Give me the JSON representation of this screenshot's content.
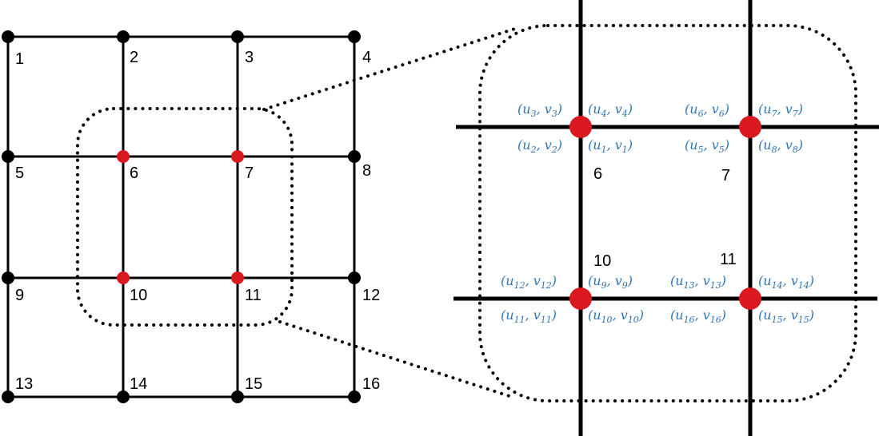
{
  "colors": {
    "line": "#000000",
    "node": "#000000",
    "highlight_node": "#d9181f",
    "uv_label": "#2e75b6"
  },
  "grid": {
    "node_numbers": [
      "1",
      "2",
      "3",
      "4",
      "5",
      "6",
      "7",
      "8",
      "9",
      "10",
      "11",
      "12",
      "13",
      "14",
      "15",
      "16"
    ],
    "highlighted_nodes": [
      "6",
      "7",
      "10",
      "11"
    ]
  },
  "zoom": {
    "node_numbers": [
      "6",
      "7",
      "10",
      "11"
    ],
    "uv_labels": [
      {
        "u": "u",
        "v": "v",
        "i": "3"
      },
      {
        "u": "u",
        "v": "v",
        "i": "4"
      },
      {
        "u": "u",
        "v": "v",
        "i": "2"
      },
      {
        "u": "u",
        "v": "v",
        "i": "1"
      },
      {
        "u": "u",
        "v": "v",
        "i": "6"
      },
      {
        "u": "u",
        "v": "v",
        "i": "7"
      },
      {
        "u": "u",
        "v": "v",
        "i": "5"
      },
      {
        "u": "u",
        "v": "v",
        "i": "8"
      },
      {
        "u": "u",
        "v": "v",
        "i": "12"
      },
      {
        "u": "u",
        "v": "v",
        "i": "9"
      },
      {
        "u": "u",
        "v": "v",
        "i": "11"
      },
      {
        "u": "u",
        "v": "v",
        "i": "10"
      },
      {
        "u": "u",
        "v": "v",
        "i": "13"
      },
      {
        "u": "u",
        "v": "v",
        "i": "14"
      },
      {
        "u": "u",
        "v": "v",
        "i": "16"
      },
      {
        "u": "u",
        "v": "v",
        "i": "15"
      }
    ]
  }
}
